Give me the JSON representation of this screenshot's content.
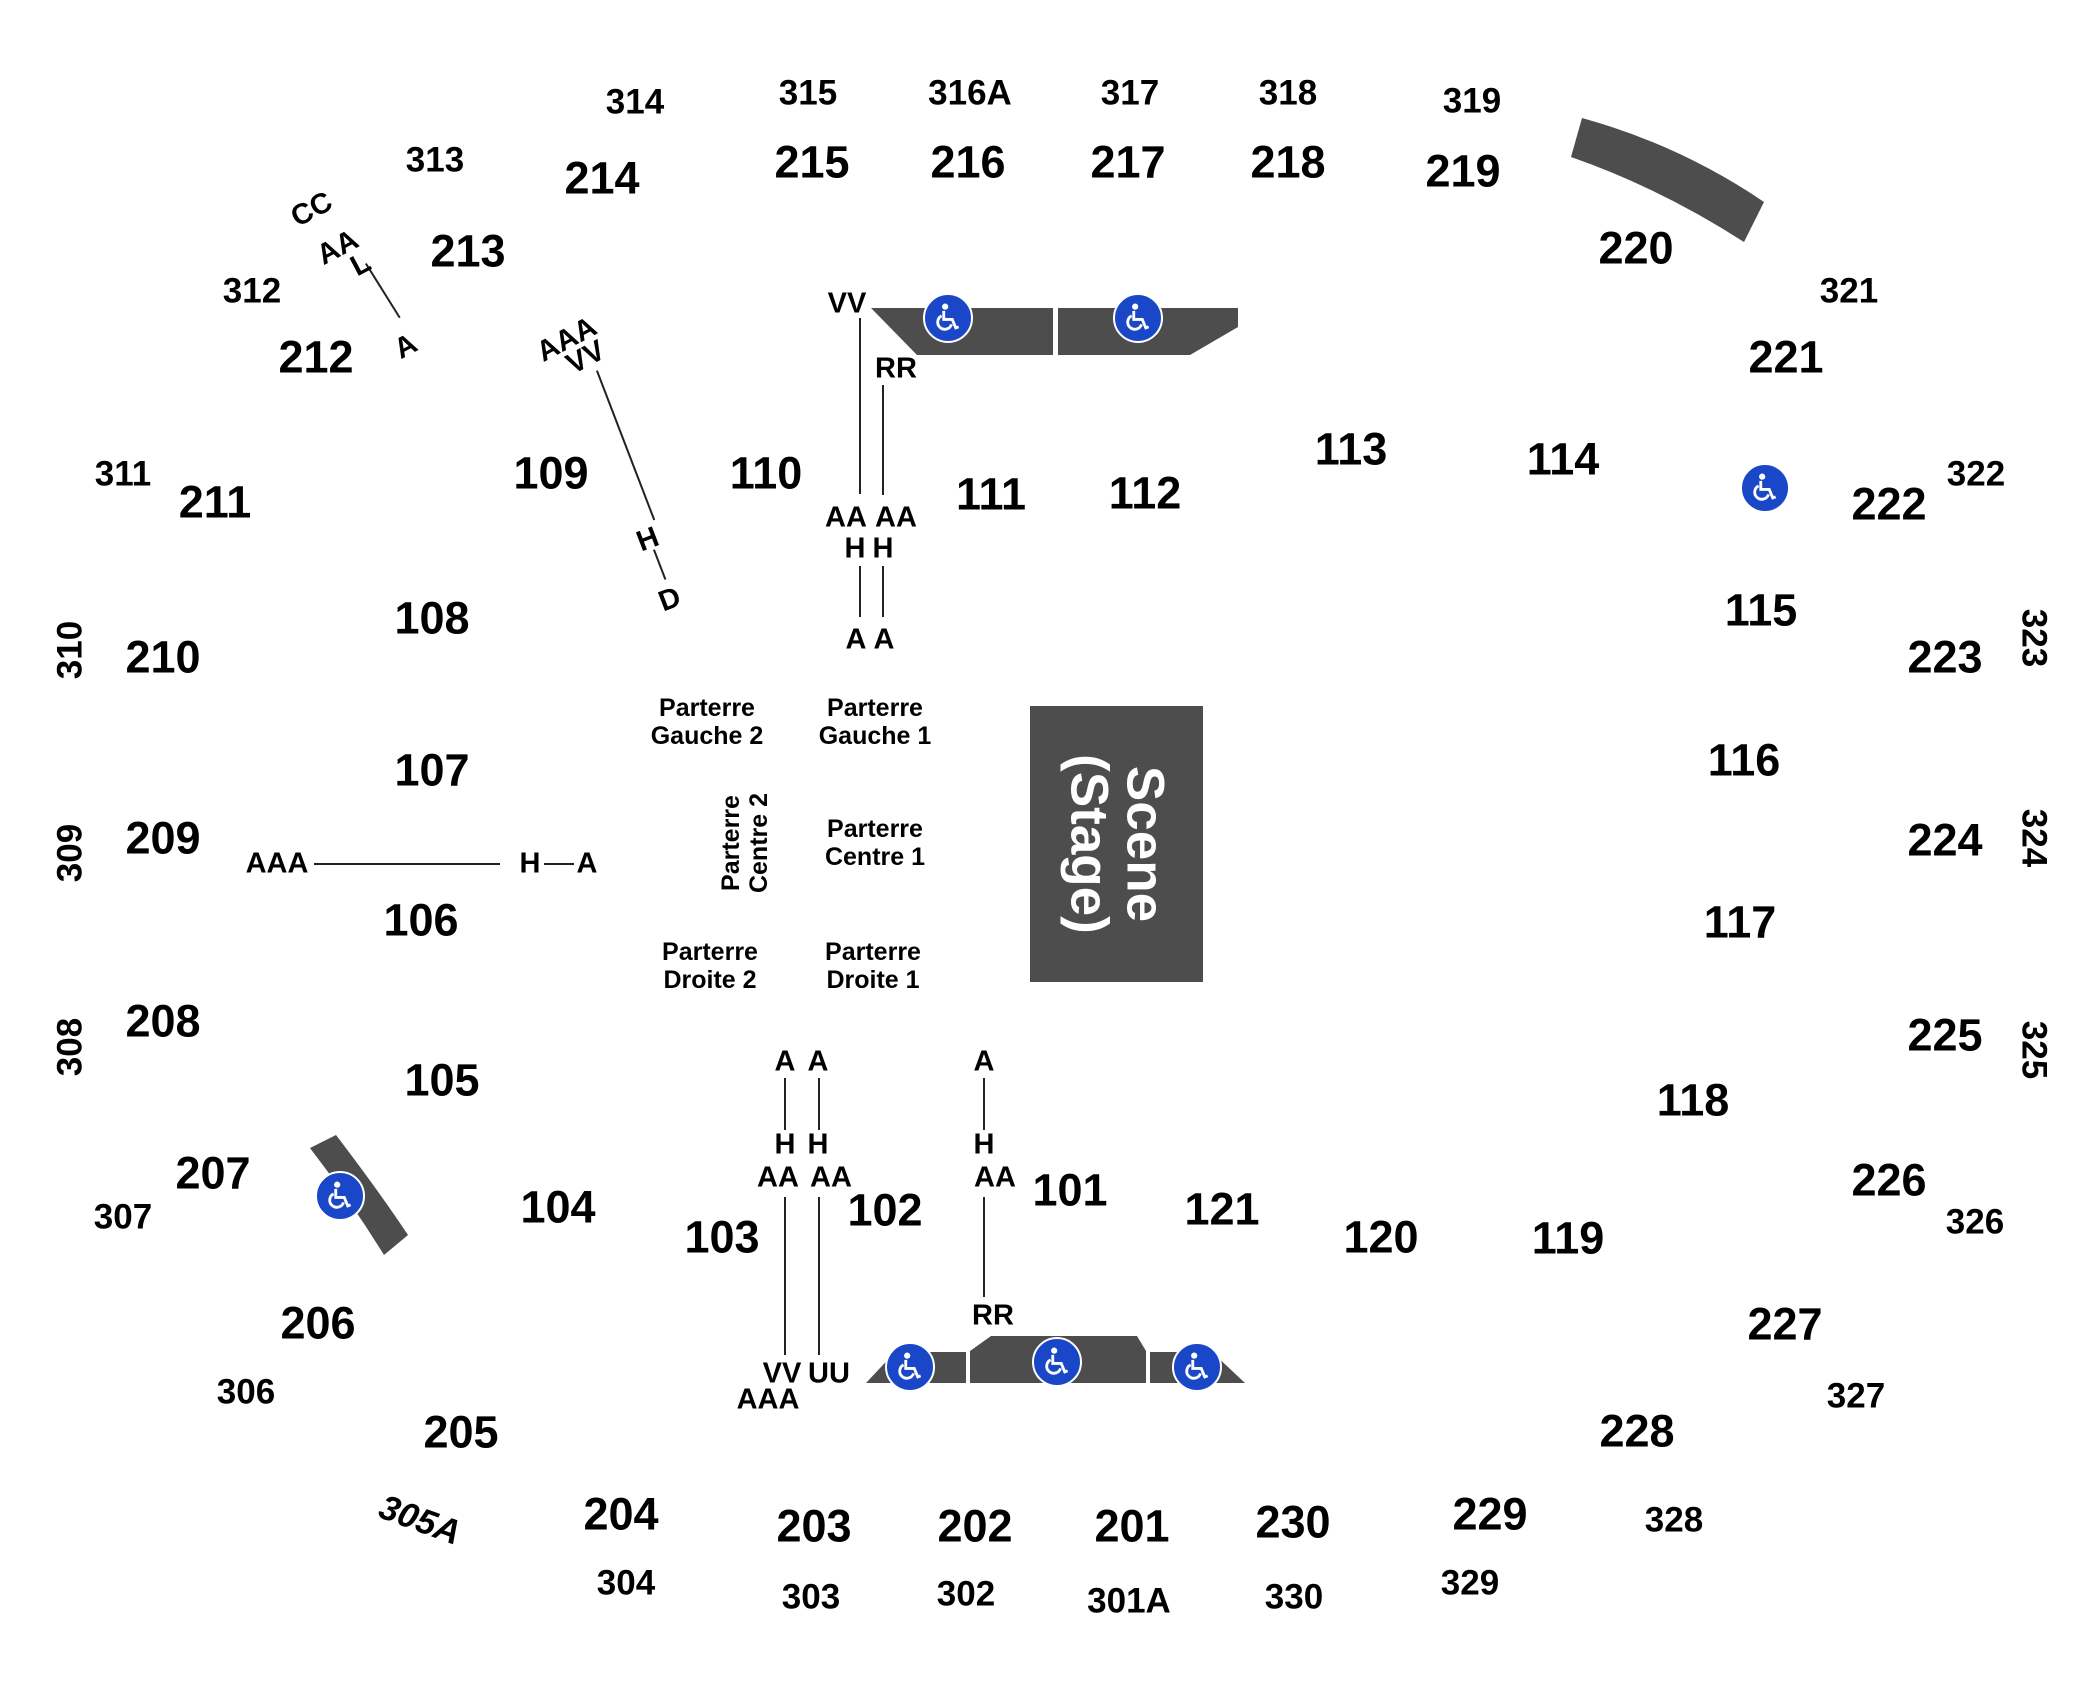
{
  "stage": {
    "line1": "Scene",
    "line2": "(Stage)"
  },
  "floor_zones": [
    {
      "id": "gauche2",
      "line1": "Parterre",
      "line2": "Gauche 2"
    },
    {
      "id": "gauche1",
      "line1": "Parterre",
      "line2": "Gauche 1"
    },
    {
      "id": "centre2",
      "line1": "Parterre",
      "line2": "Centre 2"
    },
    {
      "id": "centre1",
      "line1": "Parterre",
      "line2": "Centre 1"
    },
    {
      "id": "droite2",
      "line1": "Parterre",
      "line2": "Droite 2"
    },
    {
      "id": "droite1",
      "line1": "Parterre",
      "line2": "Droite 1"
    }
  ],
  "sections_100": [
    "101",
    "102",
    "103",
    "104",
    "105",
    "106",
    "107",
    "108",
    "109",
    "110",
    "111",
    "112",
    "113",
    "114",
    "115",
    "116",
    "117",
    "118",
    "119",
    "120",
    "121"
  ],
  "sections_200": [
    "201",
    "202",
    "203",
    "204",
    "205",
    "206",
    "207",
    "208",
    "209",
    "210",
    "211",
    "212",
    "213",
    "214",
    "215",
    "216",
    "217",
    "218",
    "219",
    "220",
    "221",
    "222",
    "223",
    "224",
    "225",
    "226",
    "227",
    "228",
    "229",
    "230"
  ],
  "sections_300": [
    "301A",
    "302",
    "303",
    "304",
    "305A",
    "306",
    "307",
    "308",
    "309",
    "310",
    "311",
    "312",
    "313",
    "314",
    "315",
    "316A",
    "317",
    "318",
    "319",
    "321",
    "322",
    "323",
    "324",
    "325",
    "326",
    "327",
    "328",
    "329",
    "330"
  ],
  "row_labels": {
    "r1": "CC",
    "r2": "AA",
    "r3": "L",
    "r4": "A",
    "r5": "AAA",
    "r6": "VV",
    "r7": "H",
    "r8": "D",
    "r9": "VV",
    "r10": "RR",
    "r11": "AA",
    "r12": "AA",
    "r13": "H",
    "r14": "H",
    "r15": "A",
    "r16": "A",
    "r17": "AAA",
    "r18": "H",
    "r19": "A",
    "r20": "A",
    "r21": "A",
    "r22": "H",
    "r23": "H",
    "r24": "AA",
    "r25": "AA",
    "r26": "A",
    "r27": "H",
    "r28": "AA",
    "r29": "RR",
    "r30": "VV",
    "r31": "UU",
    "r32": "AAA"
  },
  "icons": [
    "wheelchair-icon"
  ],
  "colors": {
    "stage": "#4d4d4d",
    "accessible": "#1a47c7",
    "text": "#000000"
  }
}
